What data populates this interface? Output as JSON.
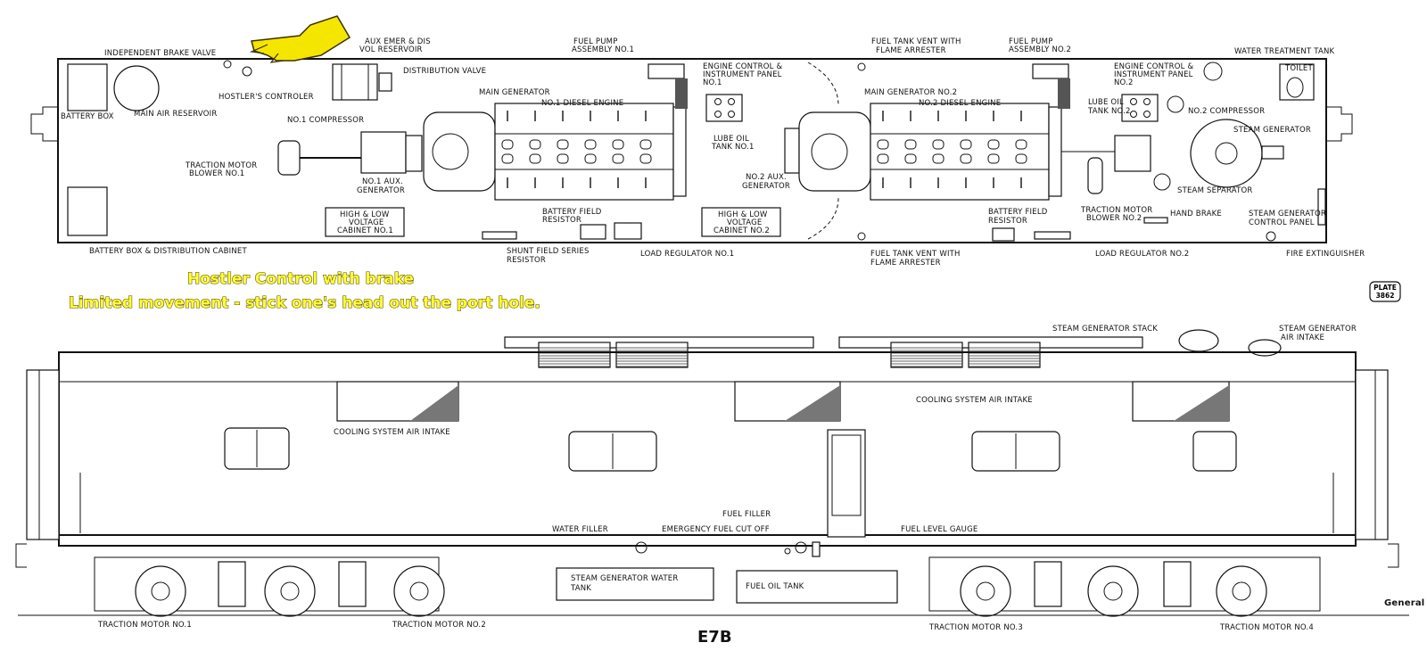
{
  "diagram": {
    "model": "E7B",
    "plate": "PLATE 3862",
    "corner_label": "General",
    "annotation": {
      "line1": "Hostler Control with brake",
      "line2": "Limited movement - stick one's head out the port hole."
    },
    "plan_labels": {
      "independent_brake_valve": "INDEPENDENT BRAKE VALVE",
      "aux_emer_dis": "AUX EMER & DIS",
      "vol_reservoir": "VOL RESERVOIR",
      "distribution_valve": "DISTRIBUTION VALVE",
      "hostlers_controler": "HOSTLER'S CONTROLER",
      "battery_box": "BATTERY BOX",
      "main_air_reservoir": "MAIN AIR RESERVOIR",
      "no1_compressor": "NO.1 COMPRESSOR",
      "traction_motor_blower_1a": "TRACTION MOTOR",
      "traction_motor_blower_1b": "BLOWER NO.1",
      "no1_aux_gen_a": "NO.1 AUX.",
      "no1_aux_gen_b": "GENERATOR",
      "main_generator": "MAIN GENERATOR",
      "no1_diesel_engine": "NO.1 DIESEL ENGINE",
      "fuel_pump_1a": "FUEL PUMP",
      "fuel_pump_1b": "ASSEMBLY NO.1",
      "ecip1_a": "ENGINE CONTROL &",
      "ecip1_b": "INSTRUMENT PANEL",
      "ecip1_c": "NO.1",
      "lube_oil_1a": "LUBE OIL",
      "lube_oil_1b": "TANK NO.1",
      "hlv1_a": "HIGH & LOW",
      "hlv1_b": "VOLTAGE",
      "hlv1_c": "CABINET NO.1",
      "battery_box_dist": "BATTERY BOX & DISTRIBUTION CABINET",
      "battery_field_res_a": "BATTERY FIELD",
      "battery_field_res_b": "RESISTOR",
      "shunt_field_a": "SHUNT FIELD SERIES",
      "shunt_field_b": "RESISTOR",
      "load_reg_1": "LOAD REGULATOR NO.1",
      "hlv2_a": "HIGH & LOW",
      "hlv2_b": "VOLTAGE",
      "hlv2_c": "CABINET NO.2",
      "fuel_vent_top_a": "FUEL TANK VENT WITH",
      "fuel_vent_top_b": "FLAME ARRESTER",
      "fuel_vent_bot_a": "FUEL TANK VENT WITH",
      "fuel_vent_bot_b": "FLAME ARRESTER",
      "main_gen_2": "MAIN GENERATOR NO.2",
      "no2_aux_gen_a": "NO.2 AUX.",
      "no2_aux_gen_b": "GENERATOR",
      "no2_diesel_engine": "NO.2 DIESEL ENGINE",
      "fuel_pump_2a": "FUEL PUMP",
      "fuel_pump_2b": "ASSEMBLY NO.2",
      "ecip2_a": "ENGINE CONTROL &",
      "ecip2_b": "INSTRUMENT PANEL",
      "ecip2_c": "NO.2",
      "lube_oil_2a": "LUBE OIL",
      "lube_oil_2b": "TANK NO.2",
      "no2_compressor": "NO.2 COMPRESSOR",
      "water_treatment": "WATER TREATMENT TANK",
      "toilet": "TOILET",
      "steam_generator": "STEAM GENERATOR",
      "steam_separator": "STEAM SEPARATOR",
      "hand_brake": "HAND BRAKE",
      "traction_motor_blower_2a": "TRACTION MOTOR",
      "traction_motor_blower_2b": "BLOWER NO.2",
      "battery_field_res2_a": "BATTERY FIELD",
      "battery_field_res2_b": "RESISTOR",
      "sg_control_a": "STEAM GENERATOR",
      "sg_control_b": "CONTROL PANEL",
      "load_reg_2": "LOAD REGULATOR NO.2",
      "fire_ext": "FIRE EXTINGUISHER"
    },
    "side_labels": {
      "sg_stack": "STEAM GENERATOR STACK",
      "sg_air_a": "STEAM GENERATOR",
      "sg_air_b": "AIR INTAKE",
      "cooling_1": "COOLING SYSTEM AIR INTAKE",
      "cooling_2": "COOLING SYSTEM AIR INTAKE",
      "fuel_filler": "FUEL FILLER",
      "water_filler": "WATER FILLER",
      "emergency_fuel_cut": "EMERGENCY FUEL CUT OFF",
      "fuel_level_gauge": "FUEL LEVEL GAUGE",
      "sg_water_a": "STEAM GENERATOR WATER",
      "sg_water_b": "TANK",
      "fuel_oil_tank": "FUEL OIL TANK",
      "tm1": "TRACTION MOTOR NO.1",
      "tm2": "TRACTION MOTOR NO.2",
      "tm3": "TRACTION MOTOR NO.3",
      "tm4": "TRACTION MOTOR NO.4"
    }
  }
}
